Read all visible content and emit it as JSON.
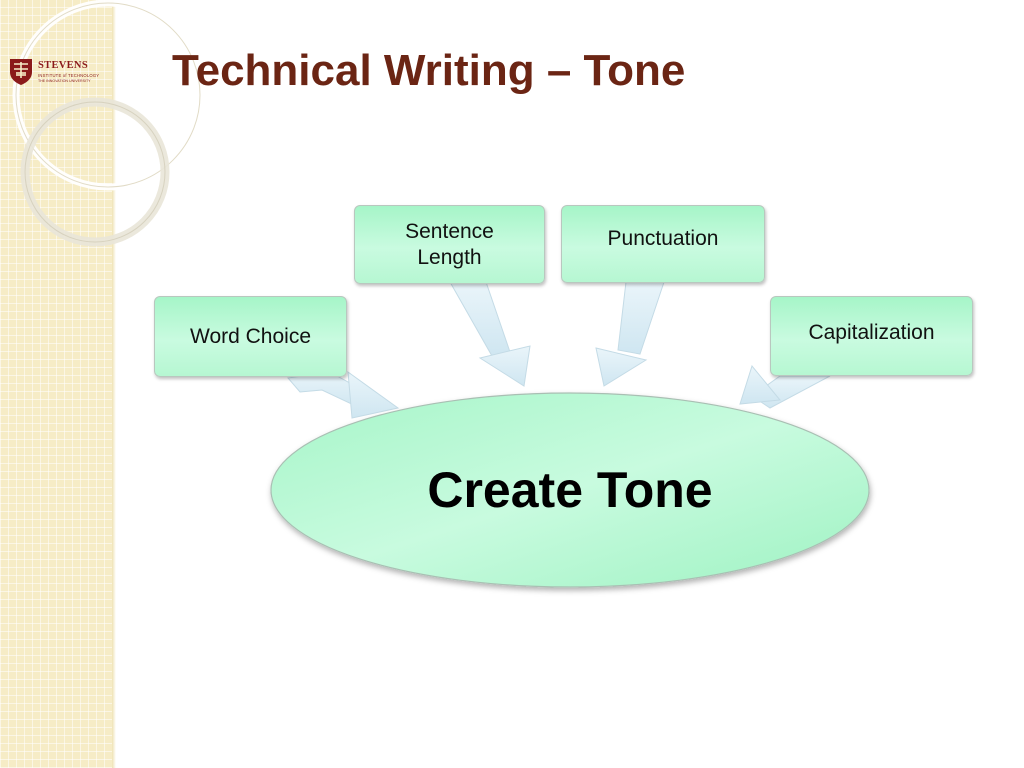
{
  "slide": {
    "title": "Technical Writing – Tone"
  },
  "logo": {
    "name": "STEVENS",
    "subtitle": "INSTITUTE of TECHNOLOGY",
    "tagline": "THE INNOVATION UNIVERSITY"
  },
  "diagram": {
    "center": "Create Tone",
    "nodes": [
      {
        "id": "word-choice",
        "label": "Word Choice"
      },
      {
        "id": "sentence-length",
        "label": "Sentence\nLength"
      },
      {
        "id": "punctuation",
        "label": "Punctuation"
      },
      {
        "id": "capitalization",
        "label": "Capitalization"
      }
    ]
  },
  "colors": {
    "title": "#6b2514",
    "node_fill": "#b3f6d0",
    "arrow_fill": "#dbeef6",
    "sidebar": "#f6ecc6"
  }
}
